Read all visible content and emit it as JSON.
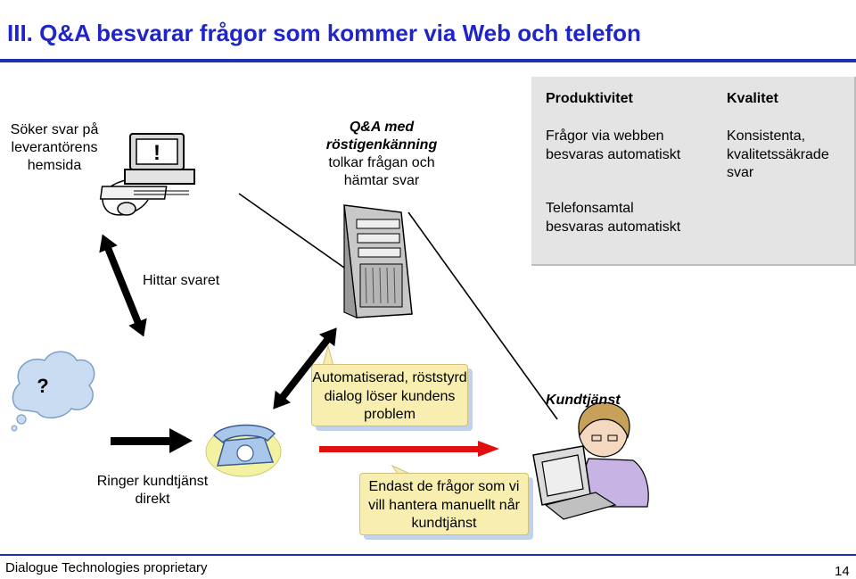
{
  "title": "III. Q&A besvarar frågor som kommer via Web och telefon",
  "user_search_label": "Söker svar på leverantörens hemsida",
  "monitor_alert": "!",
  "server_label": {
    "title": "Q&A med röstigenkänning",
    "text": "tolkar frågan och hämtar svar"
  },
  "found_answer_label": "Hittar svaret",
  "panel": {
    "productivity": {
      "heading": "Produktivitet",
      "item1": "Frågor via webben besvaras automatiskt",
      "item2": "Telefonsamtal besvaras automatiskt"
    },
    "quality": {
      "heading": "Kvalitet",
      "item1": "Konsistenta, kvalitetssäkrade svar"
    }
  },
  "thought_cloud_text": "?",
  "automated_dialog_bubble": "Automatiserad, röststyrd dialog löser kundens problem",
  "customer_service_label": "Kundtjänst",
  "call_label": "Ringer kundtjänst direkt",
  "manual_bubble": "Endast de frågor som vi vill hantera manuellt når kundtjänst",
  "footer": {
    "text": "Dialogue Technologies proprietary",
    "page": "14"
  },
  "colors": {
    "title": "#1f25c8",
    "rule": "#1e2fb5",
    "bubble": "#f7eeb0",
    "cloud": "#c9dcf2",
    "red_arrow": "#e01010",
    "panel": "#e4e4e4"
  }
}
